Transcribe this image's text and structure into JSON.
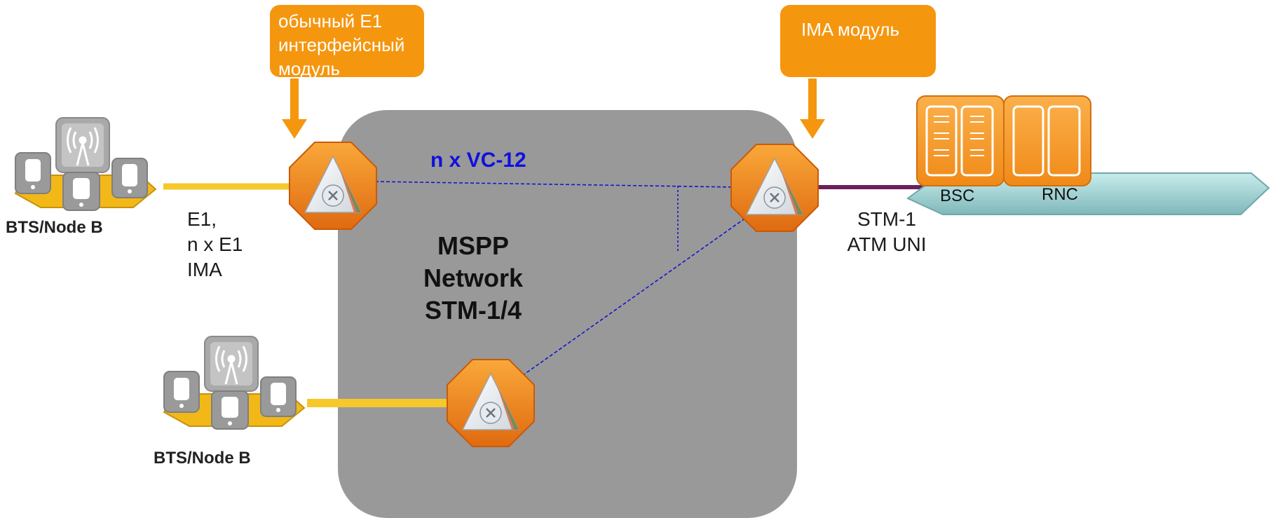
{
  "callouts": {
    "left": "обычный E1\nинтерфейсный\nмодуль",
    "right": "IMA модуль"
  },
  "network": {
    "label": "MSPP\nNetwork\nSTM-1/4",
    "vc_label": "n x VC-12"
  },
  "links": {
    "e1_label": "E1,\nn x E1\nIMA",
    "stm_label": "STM-1\nATM UNI"
  },
  "sites": {
    "bts_top_label": "BTS/Node B",
    "bts_bottom_label": "BTS/Node B",
    "bsc_label": "BSC",
    "rnc_label": "RNC"
  },
  "colors": {
    "callout": "#f5960f",
    "network_cloud": "#999999",
    "e1_link": "#f7c82a",
    "stm_link": "#6b1f5e",
    "vc_path": "#1414d0",
    "node": "#f07d17"
  }
}
